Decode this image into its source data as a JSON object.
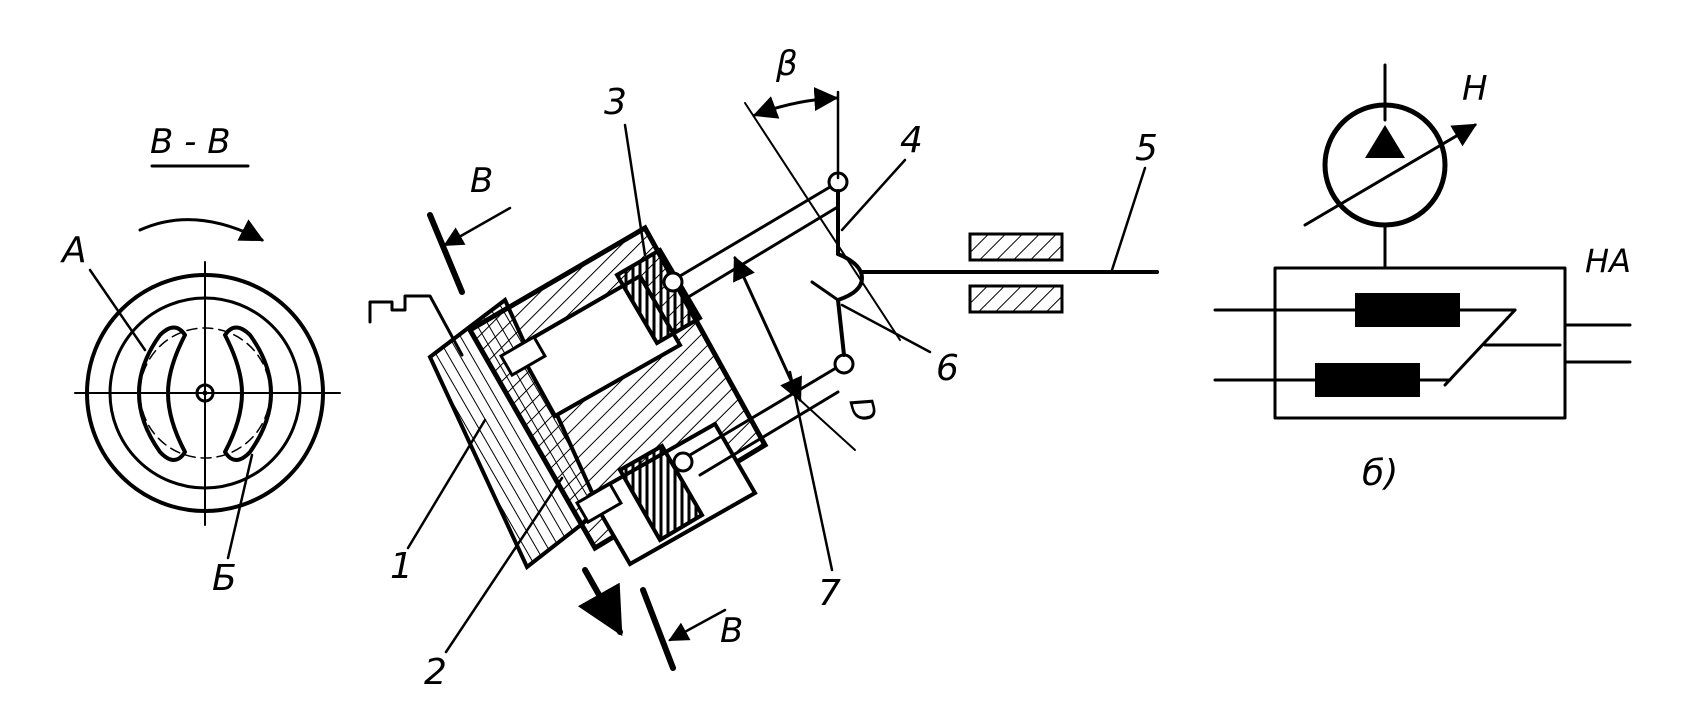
{
  "labels": {
    "section": "B - B",
    "port_a": "A",
    "port_b": "Б",
    "callout_1": "1",
    "callout_2": "2",
    "callout_3": "3",
    "callout_4": "4",
    "callout_5": "5",
    "callout_6": "6",
    "callout_7": "7",
    "section_mark_top": "B",
    "section_mark_bottom": "B",
    "angle": "β",
    "diameter": "D",
    "pump": "H",
    "unit": "HA",
    "subfigure": "б)"
  },
  "colors": {
    "ink": "#000000",
    "paper": "#ffffff"
  }
}
